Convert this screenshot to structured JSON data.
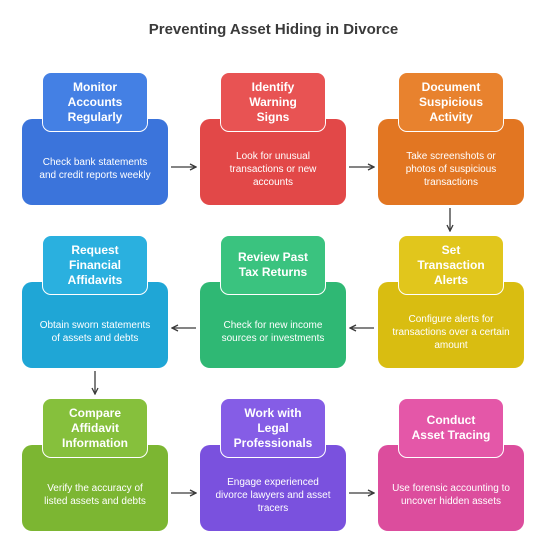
{
  "title": "Preventing Asset Hiding in Divorce",
  "steps": [
    {
      "title": "Monitor\nAccounts\nRegularly",
      "text": "Check bank statements\nand credit reports weekly",
      "color": "#3b74db",
      "tab_color": "#4480e4"
    },
    {
      "title": "Identify\nWarning\nSigns",
      "text": "Look for unusual\ntransactions or new\naccounts",
      "color": "#e24848",
      "tab_color": "#e85353"
    },
    {
      "title": "Document\nSuspicious\nActivity",
      "text": "Take screenshots or\nphotos of suspicious\ntransactions",
      "color": "#e27622",
      "tab_color": "#e8822e"
    },
    {
      "title": "Set\nTransaction\nAlerts",
      "text": "Configure alerts for\ntransactions over a certain\namount",
      "color": "#d9bd11",
      "tab_color": "#e1c61c"
    },
    {
      "title": "Review Past\nTax Returns",
      "text": "Check for new income\nsources or investments",
      "color": "#2fb874",
      "tab_color": "#3ac37f"
    },
    {
      "title": "Request\nFinancial\nAffidavits",
      "text": "Obtain sworn statements\nof assets and debts",
      "color": "#1fa6d6",
      "tab_color": "#2ab0df"
    },
    {
      "title": "Compare\nAffidavit\nInformation",
      "text": "Verify the accuracy of\nlisted assets and debts",
      "color": "#7cb632",
      "tab_color": "#86c03c"
    },
    {
      "title": "Work with\nLegal\nProfessionals",
      "text": "Engage experienced\ndivorce lawyers and asset\ntracers",
      "color": "#7a51de",
      "tab_color": "#855de6"
    },
    {
      "title": "Conduct\nAsset Tracing",
      "text": "Use forensic accounting to\nuncover hidden assets",
      "color": "#dc4d9d",
      "tab_color": "#e457a8"
    }
  ],
  "arrow_color": "#3a3a3a"
}
